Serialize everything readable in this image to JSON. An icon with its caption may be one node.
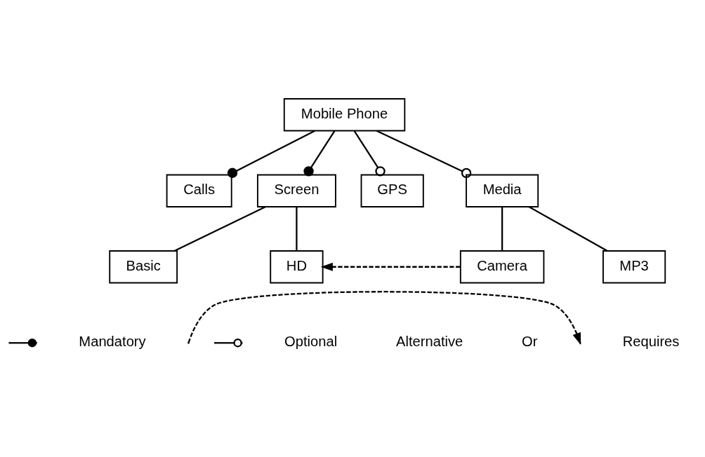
{
  "diagram": {
    "nodes": [
      {
        "text": [
          "Mobile Phone"
        ]
      },
      {
        "text": [
          "Calls"
        ]
      },
      {
        "text": [
          "Screen"
        ]
      },
      {
        "text": [
          "GPS"
        ]
      },
      {
        "text": [
          "Media"
        ]
      },
      {
        "text": [
          "Basic"
        ]
      },
      {
        "text": [
          "HD"
        ]
      },
      {
        "text": [
          "Camera"
        ]
      },
      {
        "text": [
          "MP3"
        ]
      }
    ],
    "edges": [
      {
        "from": 0,
        "to": 1,
        "arrow": "other"
      },
      {
        "from": 0,
        "to": 2,
        "arrow": "other"
      },
      {
        "from": 0,
        "to": 3,
        "arrow": "other"
      },
      {
        "from": 0,
        "to": 4,
        "arrow": "other"
      },
      {
        "from": 2,
        "to": 5,
        "arrow": "none"
      },
      {
        "from": 2,
        "to": 6,
        "arrow": "none"
      },
      {
        "from": 4,
        "to": 7,
        "arrow": "none"
      },
      {
        "from": 4,
        "to": 8,
        "arrow": "none"
      },
      {
        "from": 7,
        "to": 6,
        "arrow": "to",
        "style": "dashed"
      }
    ],
    "legend": [
      {
        "text": "Mandatory"
      },
      {
        "text": "Optional"
      },
      {
        "text": "Alternative"
      },
      {
        "text": "Or"
      },
      {
        "text": "Requires"
      }
    ]
  }
}
